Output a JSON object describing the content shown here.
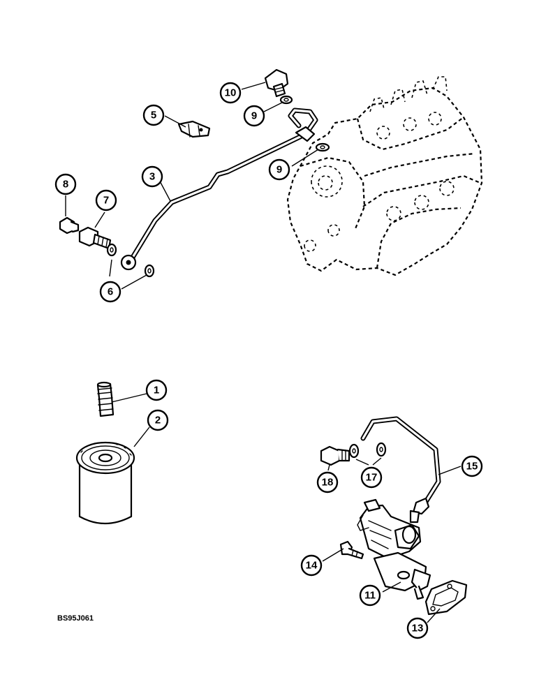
{
  "drawing": {
    "reference_code": "BS95J061"
  },
  "callouts": [
    {
      "id": "c1",
      "label": "1"
    },
    {
      "id": "c2",
      "label": "2"
    },
    {
      "id": "c3",
      "label": "3"
    },
    {
      "id": "c5",
      "label": "5"
    },
    {
      "id": "c6",
      "label": "6"
    },
    {
      "id": "c7",
      "label": "7"
    },
    {
      "id": "c8",
      "label": "8"
    },
    {
      "id": "c9a",
      "label": "9"
    },
    {
      "id": "c9b",
      "label": "9"
    },
    {
      "id": "c10",
      "label": "10"
    },
    {
      "id": "c11",
      "label": "11"
    },
    {
      "id": "c13",
      "label": "13"
    },
    {
      "id": "c14",
      "label": "14"
    },
    {
      "id": "c15",
      "label": "15"
    },
    {
      "id": "c17",
      "label": "17"
    },
    {
      "id": "c18",
      "label": "18"
    }
  ],
  "colors": {
    "line": "#000000",
    "background": "#ffffff"
  }
}
